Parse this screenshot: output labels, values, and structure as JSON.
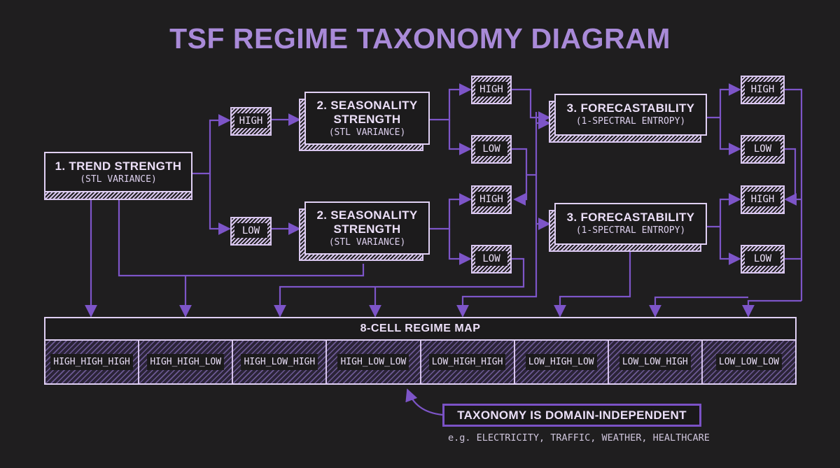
{
  "title": "TSF REGIME TAXONOMY DIAGRAM",
  "colors": {
    "background": "#1f1e1f",
    "title": "#a98ad8",
    "wire": "#7d55c8",
    "box_border": "#e0d0f4",
    "text": "#ecdff8"
  },
  "nodes": {
    "trend": {
      "title": "1. TREND STRENGTH",
      "subtitle": "(STL VARIANCE)"
    },
    "season_high": {
      "title_line1": "2. SEASONALITY",
      "title_line2": "STRENGTH",
      "subtitle": "(STL VARIANCE)"
    },
    "season_low": {
      "title_line1": "2. SEASONALITY",
      "title_line2": "STRENGTH",
      "subtitle": "(STL VARIANCE)"
    },
    "forecast_top": {
      "title": "3. FORECASTABILITY",
      "subtitle": "(1-SPECTRAL ENTROPY)"
    },
    "forecast_bottom": {
      "title": "3. FORECASTABILITY",
      "subtitle": "(1-SPECTRAL ENTROPY)"
    }
  },
  "levels": {
    "trend_high": "HIGH",
    "trend_low": "LOW",
    "s1_high": "HIGH",
    "s1_low": "LOW",
    "s2_high": "HIGH",
    "s2_low": "LOW",
    "f1_high": "HIGH",
    "f1_low": "LOW",
    "f2_high": "HIGH",
    "f2_low": "LOW"
  },
  "regime_map": {
    "title": "8-CELL REGIME MAP",
    "cells": [
      "HIGH_HIGH_HIGH",
      "HIGH_HIGH_LOW",
      "HIGH_LOW_HIGH",
      "HIGH_LOW_LOW",
      "LOW_HIGH_HIGH",
      "LOW_HIGH_LOW",
      "LOW_LOW_HIGH",
      "LOW_LOW_LOW"
    ]
  },
  "note": {
    "label": "TAXONOMY IS DOMAIN-INDEPENDENT",
    "examples": "e.g. ELECTRICITY, TRAFFIC, WEATHER, HEALTHCARE"
  }
}
